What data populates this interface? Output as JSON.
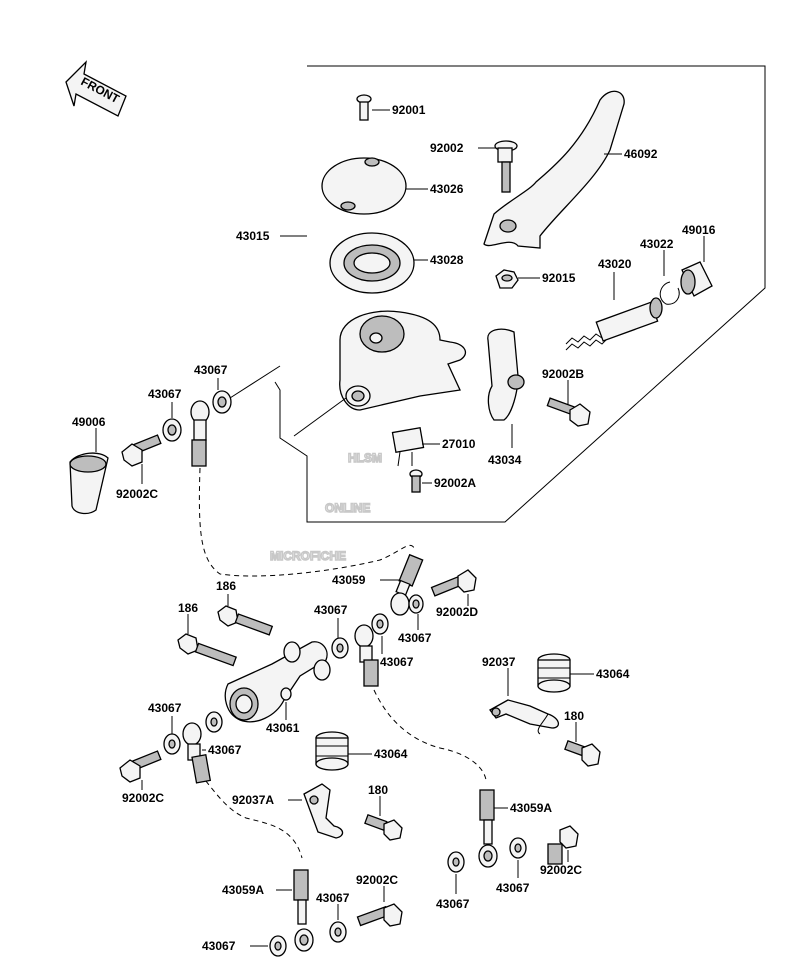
{
  "direction_arrow": "FRONT",
  "watermark": {
    "line1": "HLSM",
    "line2": "ONLINE",
    "line3": "MICROFICHE"
  },
  "labels": {
    "l92001": "92001",
    "l92002_a": "92002",
    "l46092": "46092",
    "l43026": "43026",
    "l43015": "43015",
    "l43028": "43028",
    "l49016": "49016",
    "l43022": "43022",
    "l43020": "43020",
    "l92015": "92015",
    "l92002B": "92002B",
    "l27010": "27010",
    "l43034": "43034",
    "l92002A": "92002A",
    "l43067_1": "43067",
    "l43067_2": "43067",
    "l49006": "49006",
    "l92002C_1": "92002C",
    "l186_1": "186",
    "l186_2": "186",
    "l43059": "43059",
    "l43067_3": "43067",
    "l92002D": "92002D",
    "l43067_4": "43067",
    "l43067_5": "43067",
    "l92037": "92037",
    "l43064_1": "43064",
    "l180_1": "180",
    "l43061": "43061",
    "l43067_6": "43067",
    "l43067_7": "43067",
    "l43064_2": "43064",
    "l92002C_2": "92002C",
    "l92037A": "92037A",
    "l180_2": "180",
    "l43059A_1": "43059A",
    "l92002C_3": "92002C",
    "l43067_8": "43067",
    "l43067_9": "43067",
    "l43059A_2": "43059A",
    "l43067_10": "43067",
    "l92002C_4": "92002C",
    "l43067_11": "43067"
  }
}
